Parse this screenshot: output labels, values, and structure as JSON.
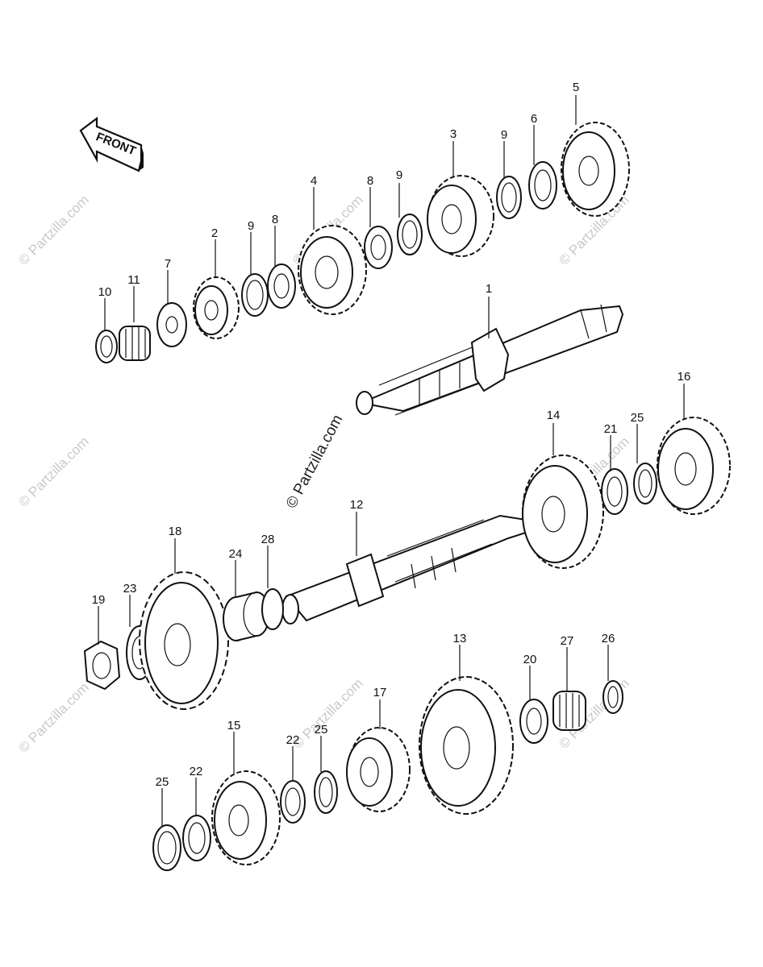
{
  "front_label": "FRONT",
  "watermark": "© Partzilla.com",
  "callouts": [
    {
      "id": "c1",
      "text": "1"
    },
    {
      "id": "c2",
      "text": "2"
    },
    {
      "id": "c3",
      "text": "3"
    },
    {
      "id": "c4",
      "text": "4"
    },
    {
      "id": "c5",
      "text": "5"
    },
    {
      "id": "c6",
      "text": "6"
    },
    {
      "id": "c7",
      "text": "7"
    },
    {
      "id": "c8a",
      "text": "8"
    },
    {
      "id": "c8b",
      "text": "8"
    },
    {
      "id": "c9a",
      "text": "9"
    },
    {
      "id": "c9b",
      "text": "9"
    },
    {
      "id": "c9c",
      "text": "9"
    },
    {
      "id": "c10",
      "text": "10"
    },
    {
      "id": "c11",
      "text": "11"
    },
    {
      "id": "c12",
      "text": "12"
    },
    {
      "id": "c13",
      "text": "13"
    },
    {
      "id": "c14",
      "text": "14"
    },
    {
      "id": "c15",
      "text": "15"
    },
    {
      "id": "c16",
      "text": "16"
    },
    {
      "id": "c17",
      "text": "17"
    },
    {
      "id": "c18",
      "text": "18"
    },
    {
      "id": "c19",
      "text": "19"
    },
    {
      "id": "c20",
      "text": "20"
    },
    {
      "id": "c21",
      "text": "21"
    },
    {
      "id": "c22a",
      "text": "22"
    },
    {
      "id": "c22b",
      "text": "22"
    },
    {
      "id": "c23",
      "text": "23"
    },
    {
      "id": "c24",
      "text": "24"
    },
    {
      "id": "c25a",
      "text": "25"
    },
    {
      "id": "c25b",
      "text": "25"
    },
    {
      "id": "c25c",
      "text": "25"
    },
    {
      "id": "c26",
      "text": "26"
    },
    {
      "id": "c27",
      "text": "27"
    },
    {
      "id": "c28",
      "text": "28"
    }
  ]
}
